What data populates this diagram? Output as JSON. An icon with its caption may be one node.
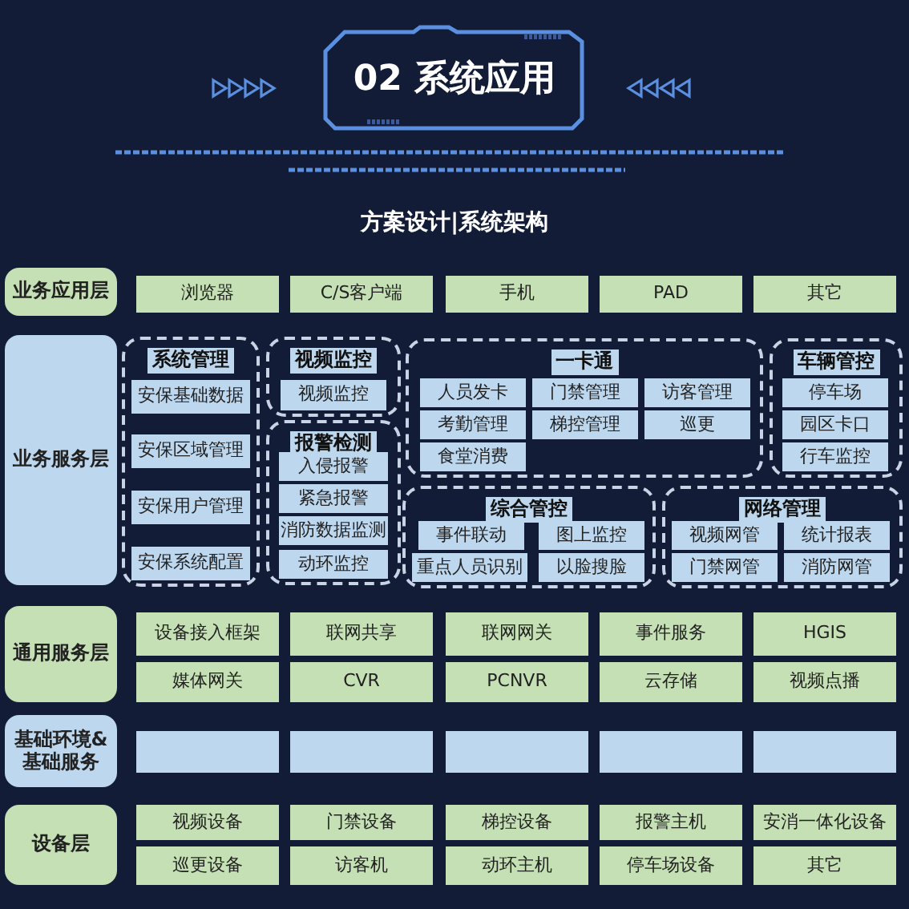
{
  "diagram": {
    "title": "02 系统应用",
    "nodes": [
      {
        "text": [
          "业务应用层"
        ]
      },
      {
        "text": [
          "浏览器"
        ]
      },
      {
        "text": [
          "C/S客户端"
        ]
      },
      {
        "text": [
          "手机"
        ]
      },
      {
        "text": [
          "PAD"
        ]
      },
      {
        "text": [
          "其它"
        ]
      },
      {
        "text": [
          "业务服务层"
        ]
      },
      {
        "text": [
          "系统管理"
        ]
      },
      {
        "text": [
          "安保基础数据"
        ],
        "in": 7
      },
      {
        "text": [
          "安保区域管理"
        ],
        "in": 7
      },
      {
        "text": [
          "安保用户管理"
        ],
        "in": 7
      },
      {
        "text": [
          "安保系统配置"
        ],
        "in": 7
      },
      {
        "text": [
          "视频监控"
        ]
      },
      {
        "text": [
          "视频监控"
        ],
        "in": 12
      },
      {
        "text": [
          "一卡通"
        ]
      },
      {
        "text": [
          "人员发卡"
        ],
        "in": 14
      },
      {
        "text": [
          "门禁管理"
        ],
        "in": 14
      },
      {
        "text": [
          "访客管理"
        ],
        "in": 14
      },
      {
        "text": [
          "考勤管理"
        ],
        "in": 14
      },
      {
        "text": [
          "梯控管理"
        ],
        "in": 14
      },
      {
        "text": [
          "巡更"
        ],
        "in": 14
      },
      {
        "text": [
          "食堂消费"
        ],
        "in": 14
      },
      {
        "text": [
          "车辆管控"
        ]
      },
      {
        "text": [
          "停车场"
        ],
        "in": 22
      },
      {
        "text": [
          "园区卡口"
        ],
        "in": 22
      },
      {
        "text": [
          "行车监控"
        ],
        "in": 22
      },
      {
        "text": [
          "报警检测"
        ]
      },
      {
        "text": [
          "入侵报警"
        ],
        "in": 26
      },
      {
        "text": [
          "紧急报警"
        ],
        "in": 26
      },
      {
        "text": [
          "消防数据监测"
        ],
        "in": 26
      },
      {
        "text": [
          "动环监控"
        ],
        "in": 26
      },
      {
        "text": [
          "综合管控"
        ]
      },
      {
        "text": [
          "事件联动"
        ],
        "in": 31
      },
      {
        "text": [
          "图上监控"
        ],
        "in": 31
      },
      {
        "text": [
          "重点人员识别"
        ],
        "in": 31
      },
      {
        "text": [
          "以脸搜脸"
        ],
        "in": 31
      },
      {
        "text": [
          "网络管理"
        ]
      },
      {
        "text": [
          "视频网管"
        ],
        "in": 36
      },
      {
        "text": [
          "统计报表"
        ],
        "in": 36
      },
      {
        "text": [
          "门禁网管"
        ],
        "in": 36
      },
      {
        "text": [
          "消防网管"
        ],
        "in": 36
      },
      {
        "text": [
          "通用服务层"
        ]
      },
      {
        "text": [
          "设备接入框架"
        ]
      },
      {
        "text": [
          "联网共享"
        ]
      },
      {
        "text": [
          "联网网关"
        ]
      },
      {
        "text": [
          "事件服务"
        ]
      },
      {
        "text": [
          "HGIS"
        ]
      },
      {
        "text": [
          "媒体网关"
        ]
      },
      {
        "text": [
          "CVR"
        ]
      },
      {
        "text": [
          "PCNVR"
        ]
      },
      {
        "text": [
          "云存储"
        ]
      },
      {
        "text": [
          "视频点播"
        ]
      },
      {
        "text": [
          "基础环境&基础服务"
        ]
      },
      {
        "text": [],
        "shape": "box"
      },
      {
        "text": [],
        "shape": "box"
      },
      {
        "text": [],
        "shape": "box"
      },
      {
        "text": [],
        "shape": "box"
      },
      {
        "text": [],
        "shape": "box"
      },
      {
        "text": [
          "设备层"
        ]
      },
      {
        "text": [
          "视频设备"
        ]
      },
      {
        "text": [
          "门禁设备"
        ]
      },
      {
        "text": [
          "梯控设备"
        ]
      },
      {
        "text": [
          "报警主机"
        ]
      },
      {
        "text": [
          "安消一体化设备"
        ]
      },
      {
        "text": [
          "巡更设备"
        ]
      },
      {
        "text": [
          "访客机"
        ]
      },
      {
        "text": [
          "动环主机"
        ]
      },
      {
        "text": [
          "停车场设备"
        ]
      },
      {
        "text": [
          "其它"
        ]
      }
    ],
    "labels": [
      "方案设计|系统架构"
    ]
  }
}
